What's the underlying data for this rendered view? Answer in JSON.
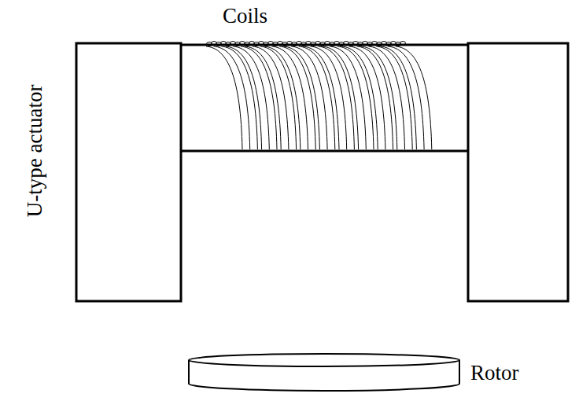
{
  "diagram": {
    "labels": [
      "Coils",
      "U-type actuator",
      "Rotor"
    ]
  }
}
